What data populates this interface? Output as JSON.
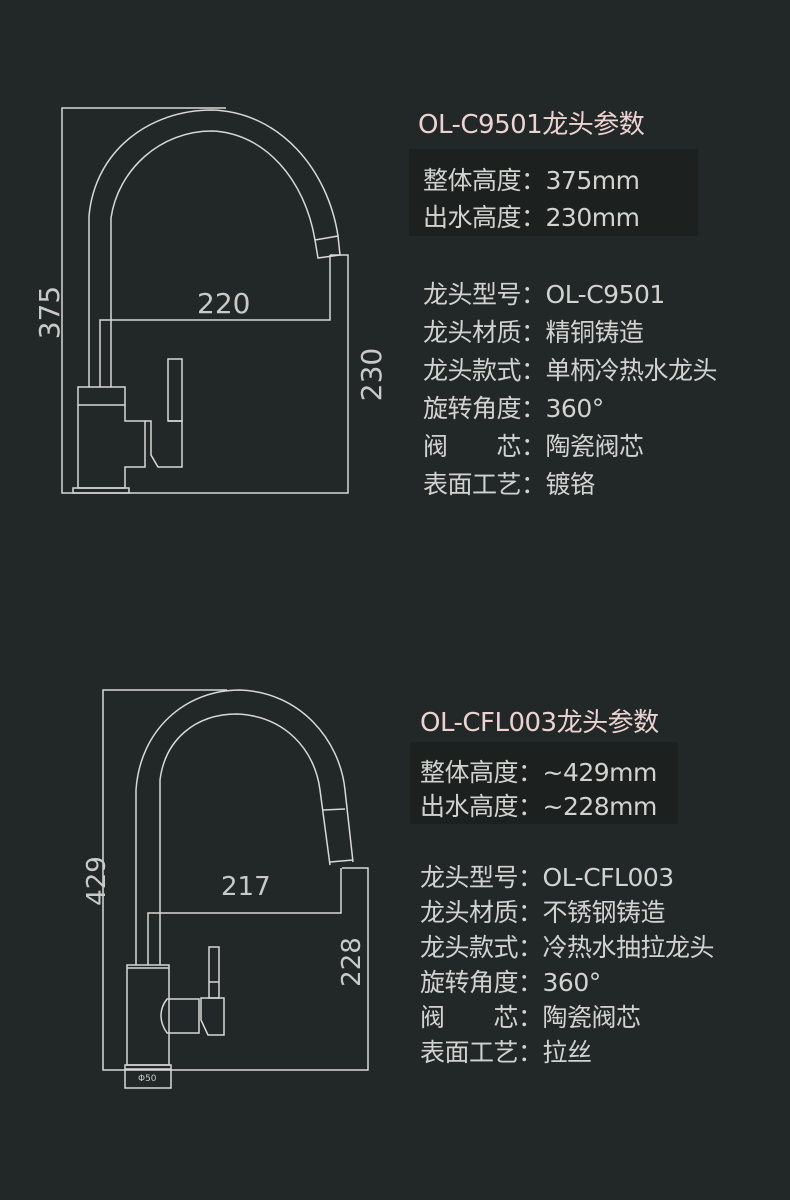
{
  "products": [
    {
      "title": "OL-C9501龙头参数",
      "heights": [
        {
          "label": "整体高度：",
          "value": "375mm"
        },
        {
          "label": "出水高度：",
          "value": "230mm"
        }
      ],
      "specs": [
        {
          "label": "龙头型号：",
          "value": "OL-C9501"
        },
        {
          "label": "龙头材质：",
          "value": "精铜铸造"
        },
        {
          "label": "龙头款式：",
          "value": "单柄冷热水龙头"
        },
        {
          "label": "旋转角度：",
          "value": "360°"
        },
        {
          "label": "阀　　芯：",
          "value": "陶瓷阀芯"
        },
        {
          "label": "表面工艺：",
          "value": "镀铬"
        }
      ],
      "dimensions": {
        "total_height": "375",
        "reach": "220",
        "spout_height": "230"
      }
    },
    {
      "title": "OL-CFL003龙头参数",
      "heights": [
        {
          "label": "整体高度：",
          "value": "~429mm"
        },
        {
          "label": "出水高度：",
          "value": "~228mm"
        }
      ],
      "specs": [
        {
          "label": "龙头型号：",
          "value": "OL-CFL003"
        },
        {
          "label": "龙头材质：",
          "value": "不锈钢铸造"
        },
        {
          "label": "龙头款式：",
          "value": "冷热水抽拉龙头"
        },
        {
          "label": "旋转角度：",
          "value": "360°"
        },
        {
          "label": "阀　　芯：",
          "value": "陶瓷阀芯"
        },
        {
          "label": "表面工艺：",
          "value": "拉丝"
        }
      ],
      "dimensions": {
        "total_height": "429",
        "reach": "217",
        "spout_height": "228",
        "base_diameter": "Φ50"
      }
    }
  ]
}
